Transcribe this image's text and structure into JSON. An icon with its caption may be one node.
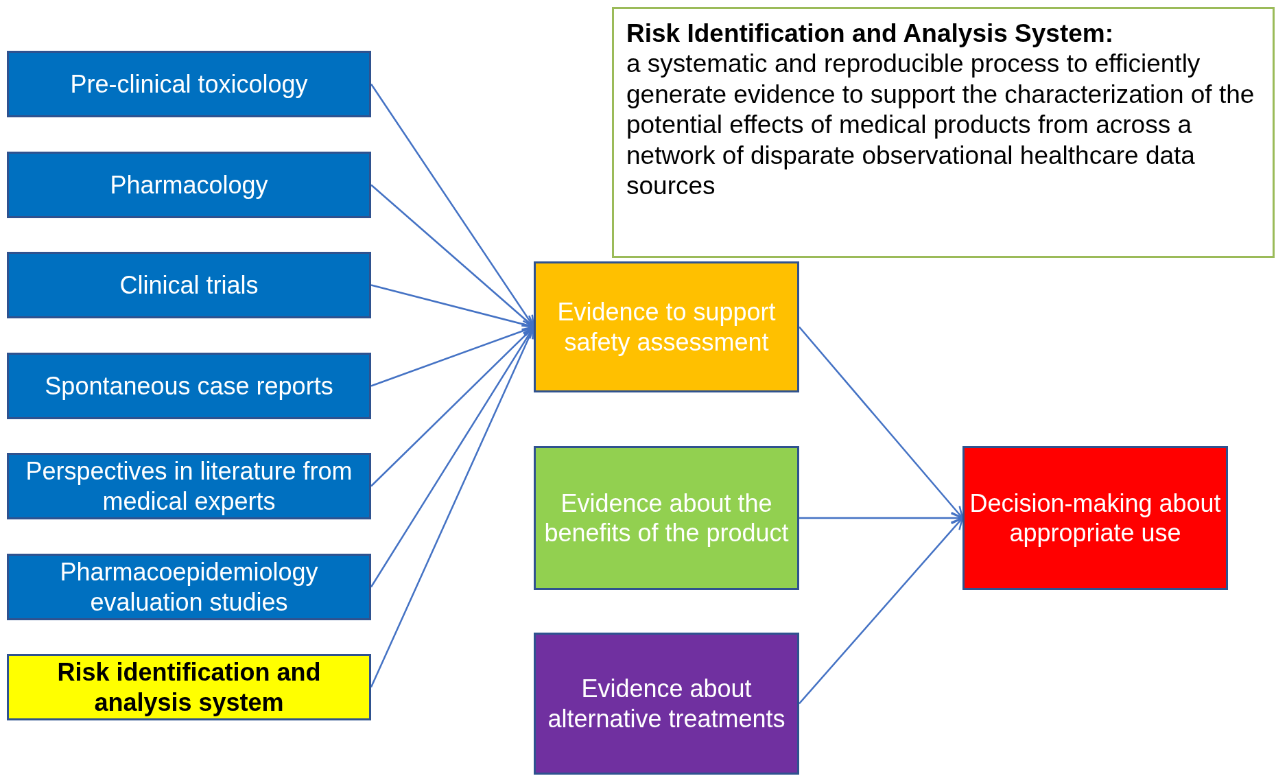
{
  "diagram": {
    "nodes": [
      {
        "text": [
          "Pre-clinical toxicology"
        ]
      },
      {
        "text": [
          "Pharmacology"
        ]
      },
      {
        "text": [
          "Clinical trials"
        ]
      },
      {
        "text": [
          "Spontaneous case reports"
        ]
      },
      {
        "text": [
          "Perspectives in literature from medical experts"
        ]
      },
      {
        "text": [
          "Pharmacoepidemiology evaluation studies"
        ]
      },
      {
        "text": [
          "Risk identification and analysis system"
        ]
      },
      {
        "text": [
          "Risk Identification and Analysis System:",
          "a systematic and reproducible process to efficiently generate evidence to support the characterization of the potential effects of medical products from across a network of disparate observational healthcare data sources"
        ]
      },
      {
        "text": [
          "Evidence to support safety assessment"
        ]
      },
      {
        "text": [
          "Evidence about the benefits of the product"
        ]
      },
      {
        "text": [
          "Evidence about alternative treatments"
        ]
      },
      {
        "text": [
          "Decision-making about appropriate use"
        ]
      }
    ],
    "edges": [
      {
        "from": 0,
        "to": 8,
        "arrow": "to"
      },
      {
        "from": 1,
        "to": 8,
        "arrow": "to"
      },
      {
        "from": 2,
        "to": 8,
        "arrow": "to"
      },
      {
        "from": 3,
        "to": 8,
        "arrow": "to"
      },
      {
        "from": 4,
        "to": 8,
        "arrow": "to"
      },
      {
        "from": 5,
        "to": 8,
        "arrow": "to"
      },
      {
        "from": 6,
        "to": 8,
        "arrow": "to"
      },
      {
        "from": 8,
        "to": 11,
        "arrow": "to"
      },
      {
        "from": 9,
        "to": 11,
        "arrow": "to"
      },
      {
        "from": 10,
        "to": 11,
        "arrow": "to"
      }
    ]
  }
}
